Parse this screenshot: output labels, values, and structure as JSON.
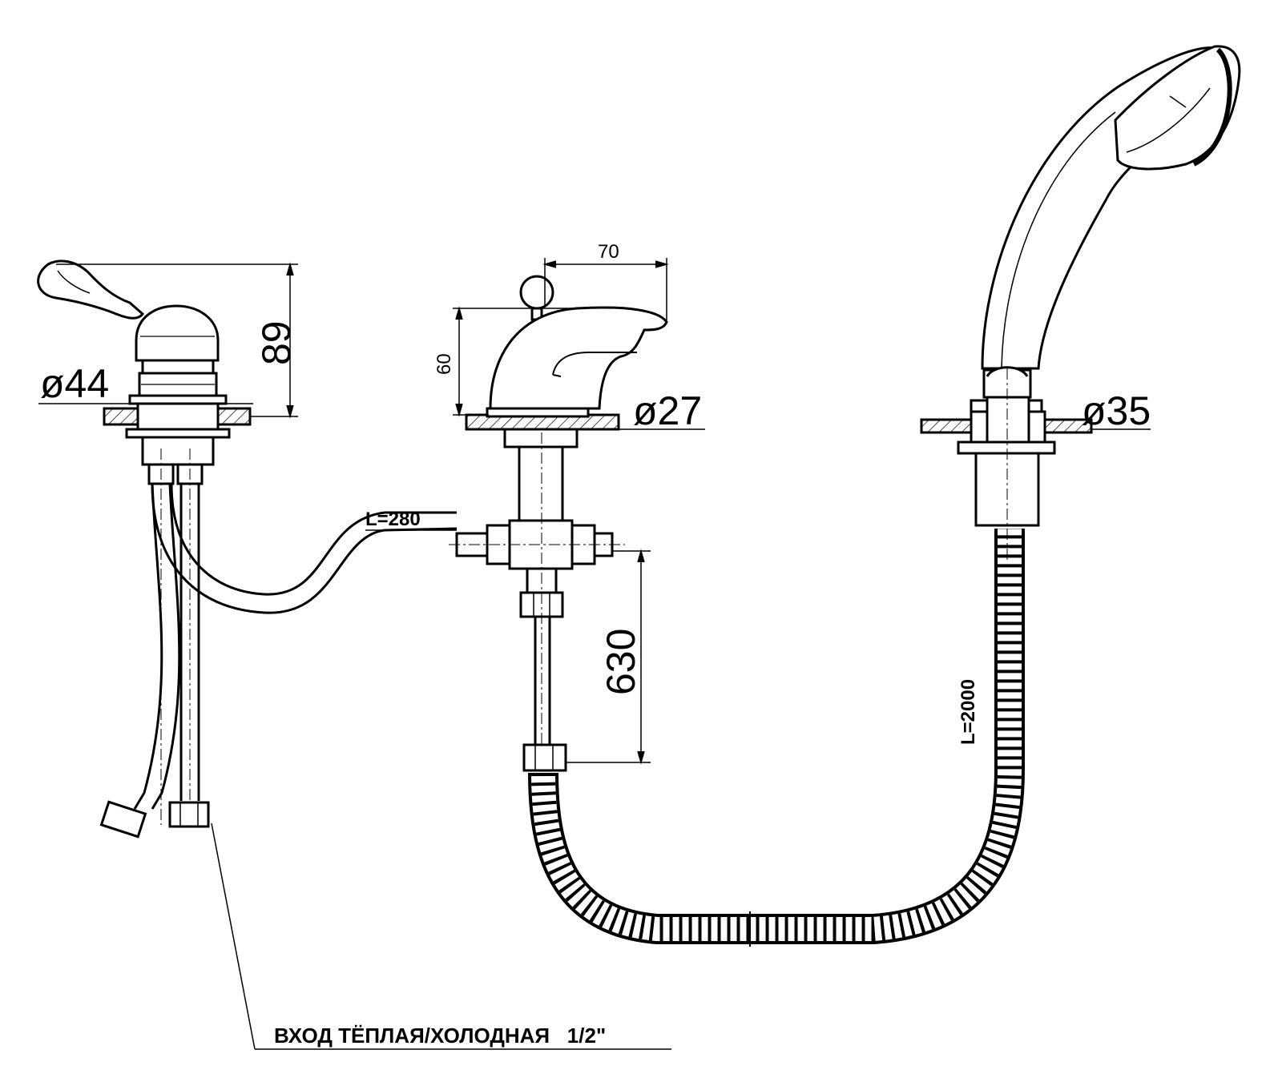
{
  "dimensions": {
    "left_diameter": "ø44",
    "left_height": "89",
    "spout_width": "70",
    "spout_height": "60",
    "spout_diameter": "ø27",
    "shower_diameter": "ø35",
    "connector_length": "L=280",
    "tee_drop": "630",
    "hose_length": "L=2000"
  },
  "notes": {
    "inlet_label": "ВХОД ТЁПЛАЯ/ХОЛОДНАЯ   1/2\""
  }
}
